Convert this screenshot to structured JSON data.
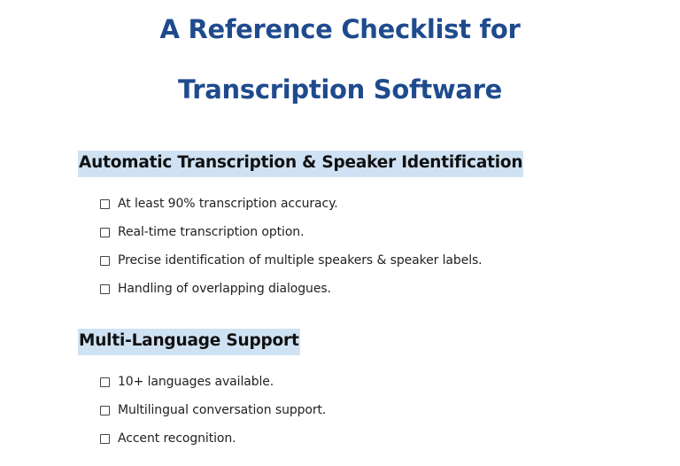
{
  "document": {
    "title_line1": "A Reference Checklist for",
    "title_line2": "Transcription Software",
    "title_color": "#1f4b8e",
    "heading_highlight_color": "#cfe2f3",
    "sections": [
      {
        "heading": "Automatic Transcription & Speaker Identification",
        "items": [
          {
            "label": "At least 90% transcription accuracy.",
            "checked": false
          },
          {
            "label": "Real-time transcription option.",
            "checked": false
          },
          {
            "label": "Precise identification of multiple speakers & speaker labels.",
            "checked": false
          },
          {
            "label": "Handling of overlapping dialogues.",
            "checked": false
          }
        ]
      },
      {
        "heading": "Multi-Language Support",
        "items": [
          {
            "label": "10+ languages available.",
            "checked": false
          },
          {
            "label": "Multilingual conversation support.",
            "checked": false
          },
          {
            "label": "Accent recognition.",
            "checked": false
          }
        ]
      }
    ]
  }
}
